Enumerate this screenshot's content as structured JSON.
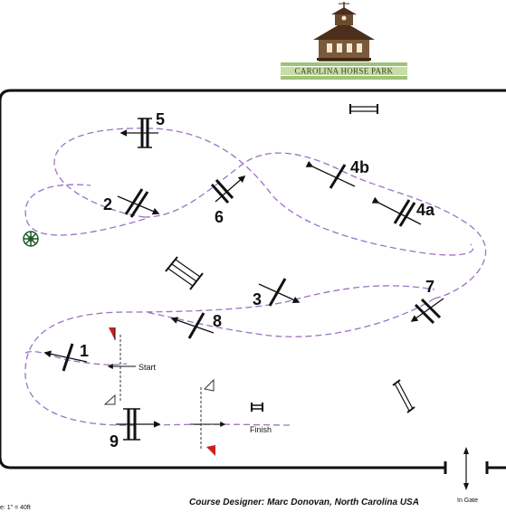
{
  "logo": {
    "name": "CAROLINA HORSE PARK",
    "colors": {
      "barn": "#6b4a2e",
      "roof": "#4b2f1c",
      "band": "#9fc27a",
      "text": "#2f4a1d"
    }
  },
  "course": {
    "path_color": "#9b72c6",
    "arena_color": "#111111",
    "fences": [
      {
        "id": "1",
        "label": "1"
      },
      {
        "id": "2",
        "label": "2"
      },
      {
        "id": "3",
        "label": "3"
      },
      {
        "id": "4a",
        "label": "4a"
      },
      {
        "id": "4b",
        "label": "4b"
      },
      {
        "id": "5",
        "label": "5"
      },
      {
        "id": "6",
        "label": "6"
      },
      {
        "id": "7",
        "label": "7"
      },
      {
        "id": "8",
        "label": "8"
      },
      {
        "id": "9",
        "label": "9"
      }
    ],
    "start_label": "Start",
    "finish_label": "Finish",
    "in_gate_label": "In Gate",
    "flag_color": "#cc1f1f"
  },
  "footer": {
    "scale_text": "e:     1\" = 40ft",
    "designer_text": "Course Designer: Marc Donovan, North Carolina USA"
  }
}
